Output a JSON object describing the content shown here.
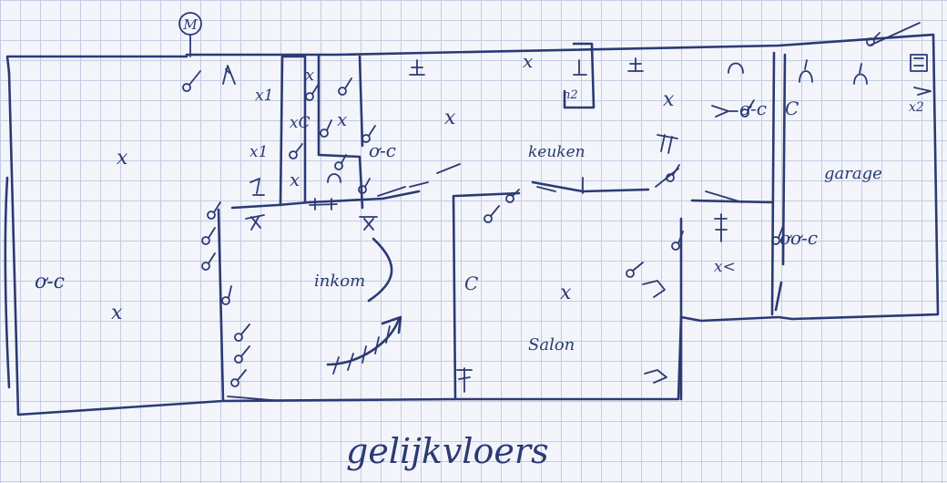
{
  "drawing": {
    "caption": "gelijkvloers",
    "ink_color": "#2c3a73",
    "paper_color": "#f3f5fb",
    "grid_color": "#c3cce3",
    "meter_symbol": "M",
    "rooms": {
      "inkom": "inkom",
      "salon": "Salon",
      "keuken": "keuken",
      "garage": "garage"
    },
    "labels": {
      "socket_left": "ơ-c",
      "socket_top_mid": "ơ-c",
      "socket_kitchen": "ơ-c",
      "socket_garage": "ơơ-c",
      "light": "x",
      "light_double": "x1",
      "light_wall": "xC",
      "light_garage_2": "x2",
      "light_arrow": "x<",
      "light_a": "x",
      "light_b": "x",
      "ceiling_c": "C",
      "ceiling_c_salon": "C",
      "ceiling_c_garage": "C",
      "fan_hood": "n2"
    }
  }
}
